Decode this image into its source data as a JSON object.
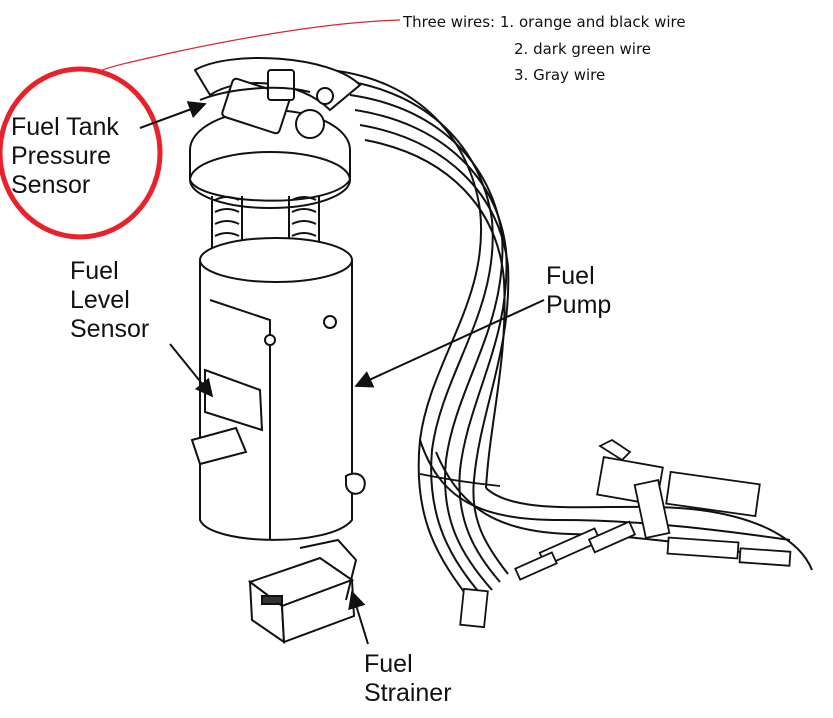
{
  "note": {
    "prefix": "Three wires:",
    "items": [
      "1. orange and black wire",
      "2. dark green wire",
      "3. Gray wire"
    ]
  },
  "labels": {
    "pressure_sensor": [
      "Fuel Tank",
      "Pressure",
      "Sensor"
    ],
    "level_sensor": [
      "Fuel",
      "Level",
      "Sensor"
    ],
    "fuel_pump": [
      "Fuel",
      "Pump"
    ],
    "fuel_strainer": [
      "Fuel",
      "Strainer"
    ]
  },
  "colors": {
    "highlight_circle": "#e8212b",
    "callout_line": "#d9262e",
    "ink": "#111111",
    "background": "#ffffff"
  }
}
